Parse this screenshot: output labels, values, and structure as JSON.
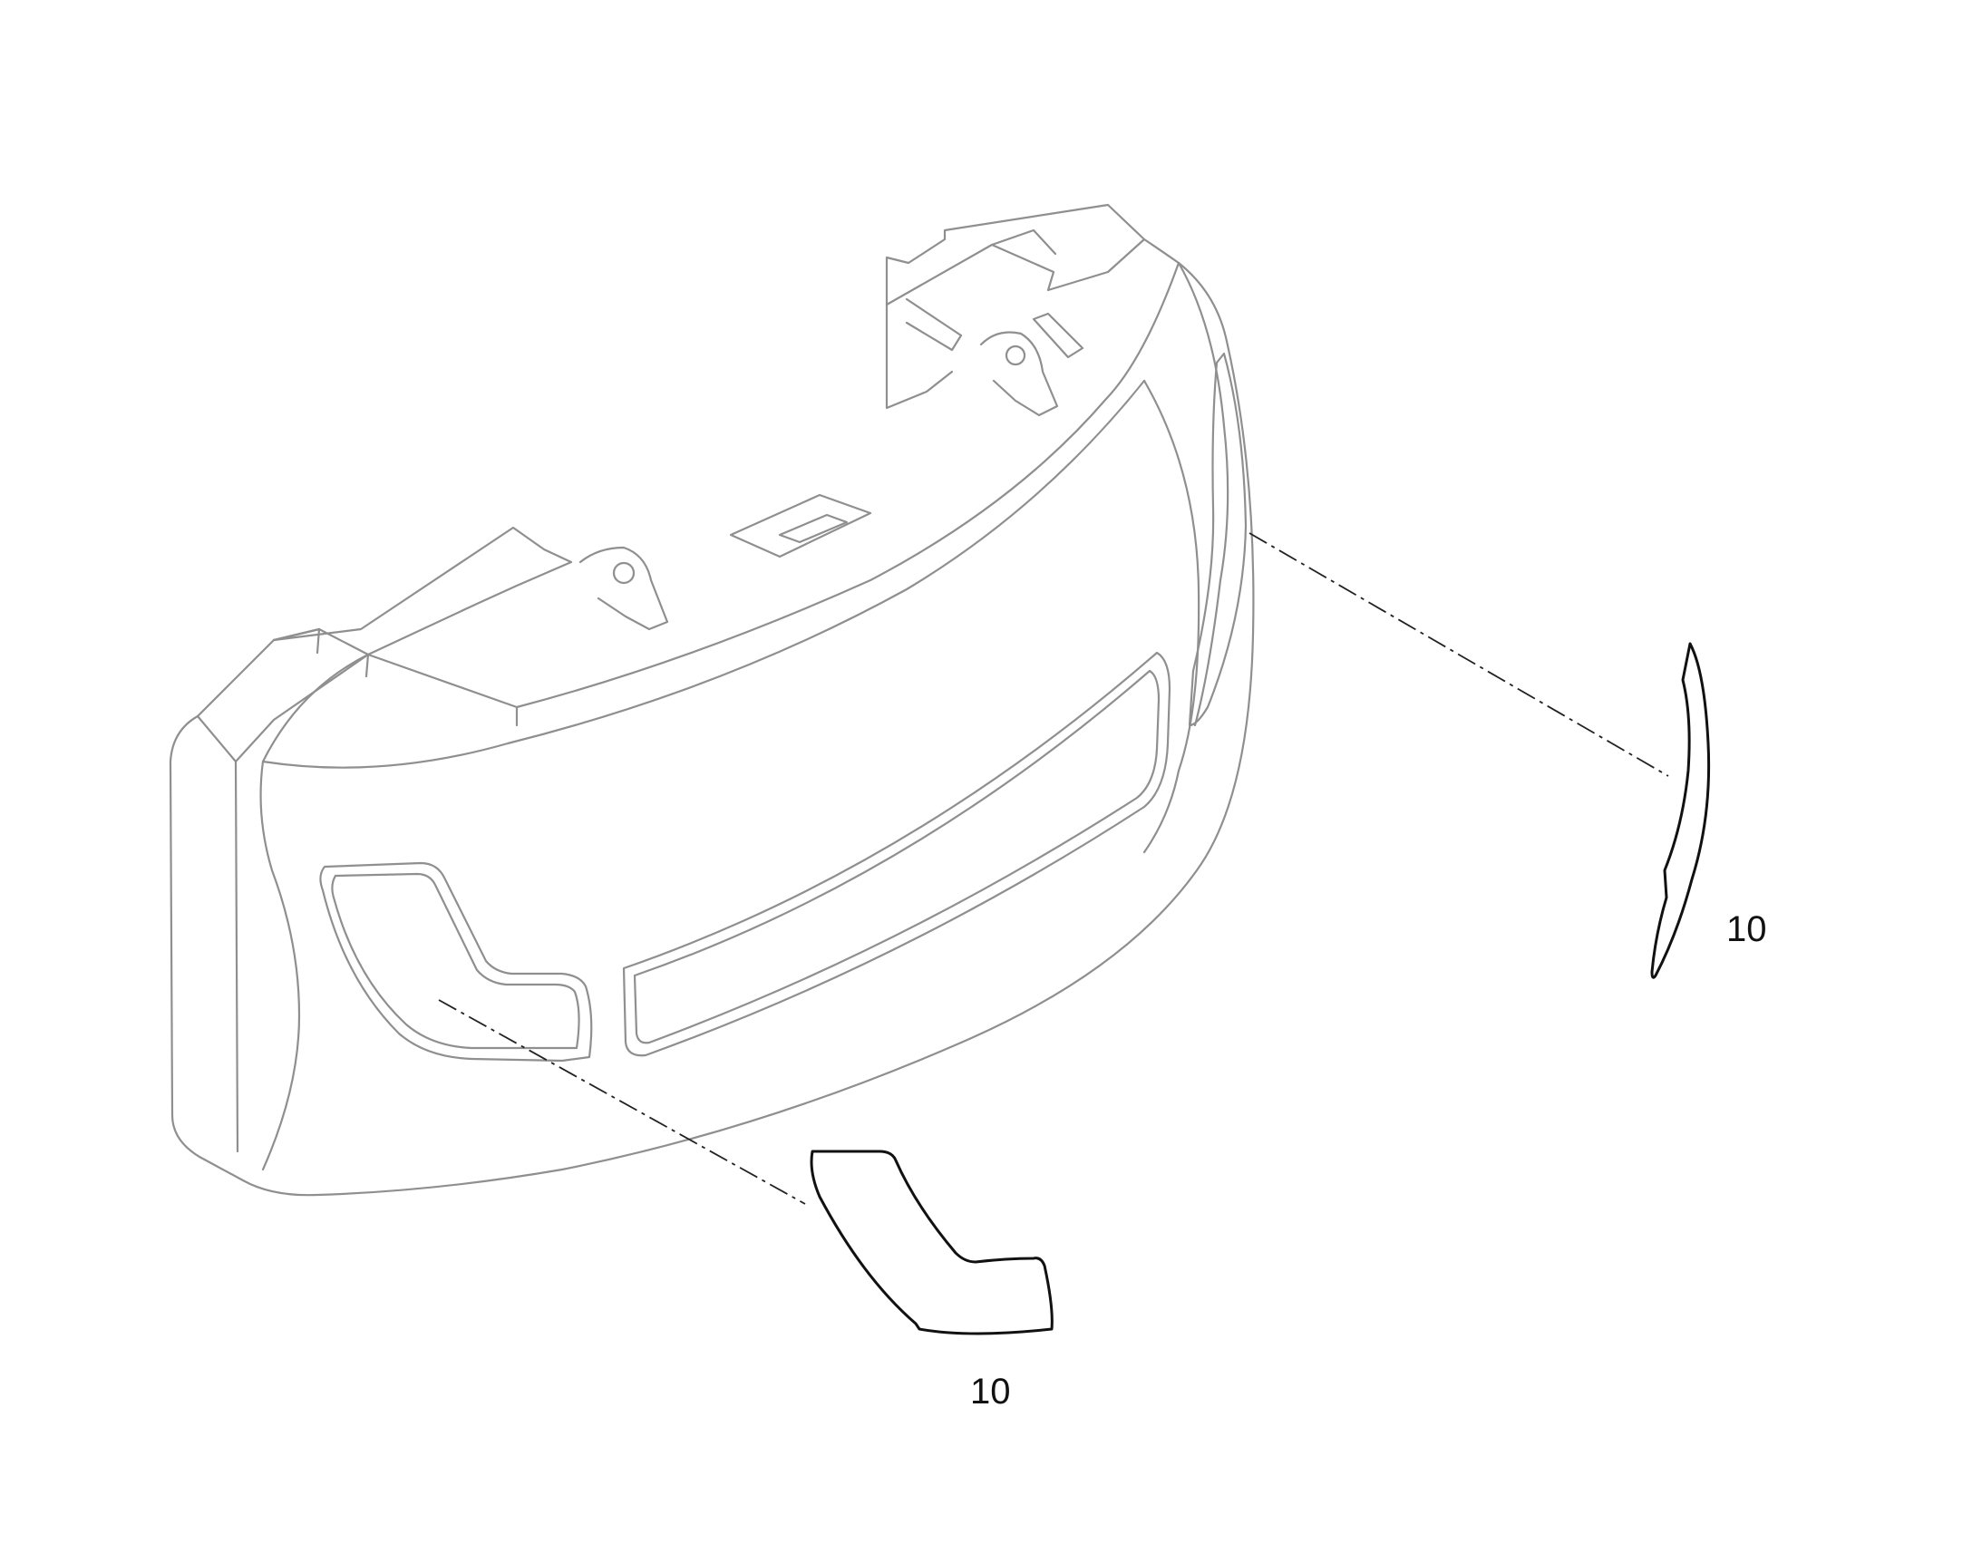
{
  "callouts": [
    {
      "id": "rear-trim",
      "label": "10"
    },
    {
      "id": "front-trim",
      "label": "10"
    }
  ],
  "colors": {
    "background": "#ffffff",
    "assembly_outline": "#8f8f8f",
    "part_outline": "#111111",
    "leader_line": "#222222"
  }
}
